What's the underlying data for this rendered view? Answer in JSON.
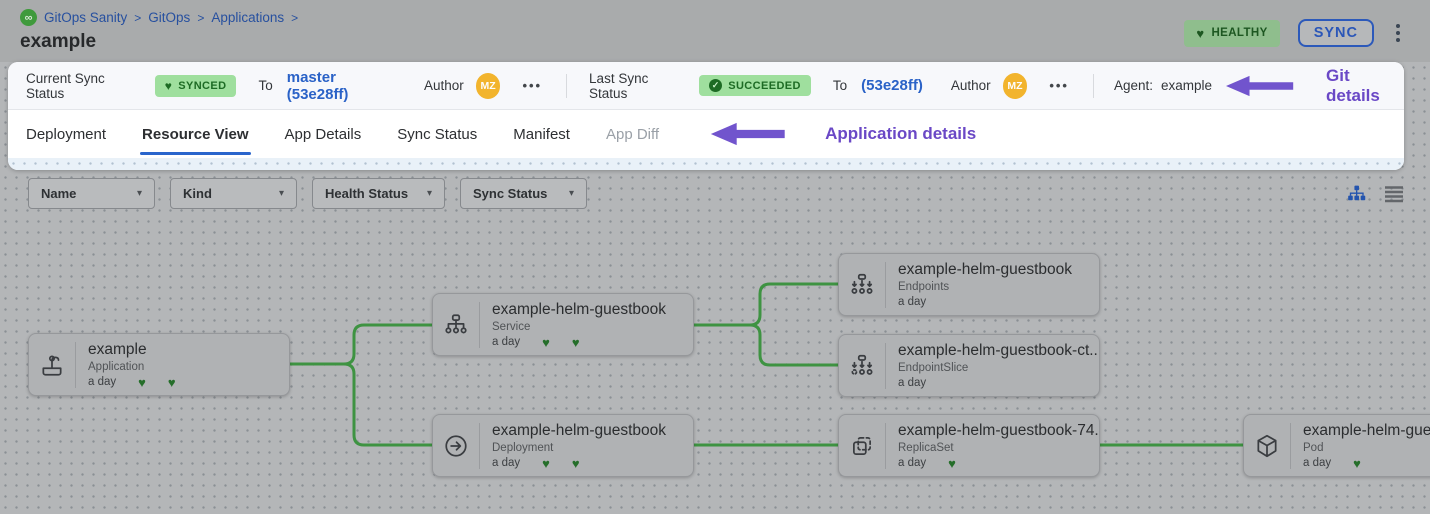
{
  "header": {
    "breadcrumb": {
      "separator": ">",
      "items": [
        {
          "label": "GitOps Sanity"
        },
        {
          "label": "GitOps"
        },
        {
          "label": "Applications"
        }
      ]
    },
    "title": "example",
    "health_badge": "HEALTHY",
    "sync_button": "SYNC"
  },
  "status_bar": {
    "current": {
      "label": "Current Sync Status",
      "badge": "SYNCED",
      "to_label": "To",
      "revision": "master (53e28ff)",
      "author_label": "Author",
      "author_initials": "MZ",
      "more": "•••"
    },
    "last": {
      "label": "Last Sync Status",
      "badge": "SUCCEEDED",
      "to_label": "To",
      "revision": "(53e28ff)",
      "author_label": "Author",
      "author_initials": "MZ",
      "more": "•••"
    },
    "agent_label": "Agent:",
    "agent_value": "example",
    "annotation": "Git details"
  },
  "tabs": {
    "items": [
      {
        "label": "Deployment",
        "state": "normal"
      },
      {
        "label": "Resource View",
        "state": "active"
      },
      {
        "label": "App Details",
        "state": "normal"
      },
      {
        "label": "Sync Status",
        "state": "normal"
      },
      {
        "label": "Manifest",
        "state": "normal"
      },
      {
        "label": "App Diff",
        "state": "disabled"
      }
    ],
    "annotation": "Application details"
  },
  "filters": {
    "items": [
      {
        "label": "Name"
      },
      {
        "label": "Kind"
      },
      {
        "label": "Health Status"
      },
      {
        "label": "Sync Status"
      }
    ]
  },
  "graph": {
    "nodes": [
      {
        "title": "example",
        "kind": "Application",
        "age": "a day",
        "hearts": 2
      },
      {
        "title": "example-helm-guestbook",
        "kind": "Service",
        "age": "a day",
        "hearts": 2
      },
      {
        "title": "example-helm-guestbook",
        "kind": "Deployment",
        "age": "a day",
        "hearts": 2
      },
      {
        "title": "example-helm-guestbook",
        "kind": "Endpoints",
        "age": "a day",
        "hearts": 0
      },
      {
        "title": "example-helm-guestbook-ct...",
        "kind": "EndpointSlice",
        "age": "a day",
        "hearts": 0
      },
      {
        "title": "example-helm-guestbook-74...",
        "kind": "ReplicaSet",
        "age": "a day",
        "hearts": 1
      },
      {
        "title": "example-helm-guest",
        "kind": "Pod",
        "age": "a day",
        "hearts": 1
      }
    ]
  },
  "icons": {
    "heart": "♥",
    "check": "✓",
    "chevron_down": "⌄",
    "logo_glyph": "∞"
  },
  "colors": {
    "accent_blue": "#2a62c7",
    "healthy_green": "#9fdf9e",
    "annotation_purple": "#6a48c6",
    "edge_green": "#3e9342",
    "avatar_orange": "#f2b42d"
  }
}
